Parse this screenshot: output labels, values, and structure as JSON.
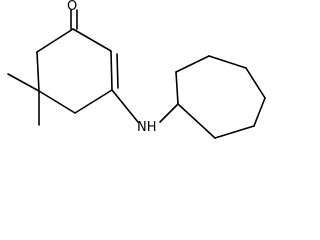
{
  "molecule": {
    "atoms": [
      {
        "id": "O1",
        "label": "O"
      },
      {
        "id": "N1",
        "label": "NH"
      }
    ]
  },
  "colors": {
    "bond": "#000000",
    "label": "#000000",
    "background": "#ffffff"
  }
}
